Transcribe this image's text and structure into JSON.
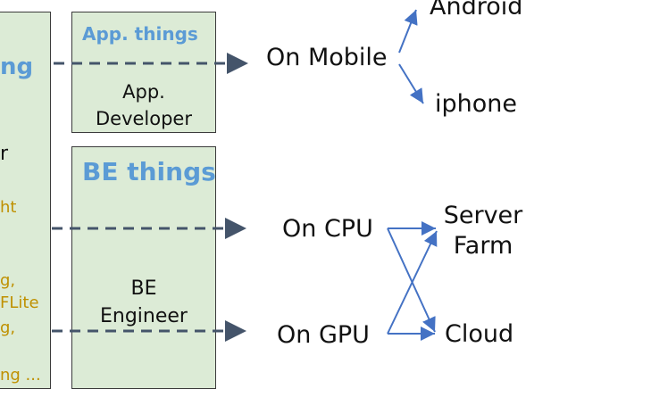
{
  "left_panel": {
    "heading_fragment": "ng",
    "text_fragment_1": "r",
    "gold_fragment_1": "ht",
    "gold_fragment_2": "g,",
    "gold_fragment_3": "FLite",
    "gold_fragment_4": "g,",
    "gold_fragment_5": "ng ..."
  },
  "app_box": {
    "title": "App. things",
    "label_line1": "App.",
    "label_line2": "Developer"
  },
  "be_box": {
    "title": "BE things",
    "label_line1": "BE",
    "label_line2": "Engineer"
  },
  "targets": {
    "on_mobile": "On Mobile",
    "android": "Android",
    "iphone": "iphone",
    "on_cpu": "On CPU",
    "on_gpu": "On GPU",
    "server_farm_line1": "Server",
    "server_farm_line2": "Farm",
    "cloud": "Cloud"
  },
  "colors": {
    "box_fill": "#dcebd6",
    "title_blue": "#5b9bd5",
    "gold_text": "#bf9000",
    "dashed_arrow": "#44546a",
    "solid_arrow": "#4472c4"
  }
}
